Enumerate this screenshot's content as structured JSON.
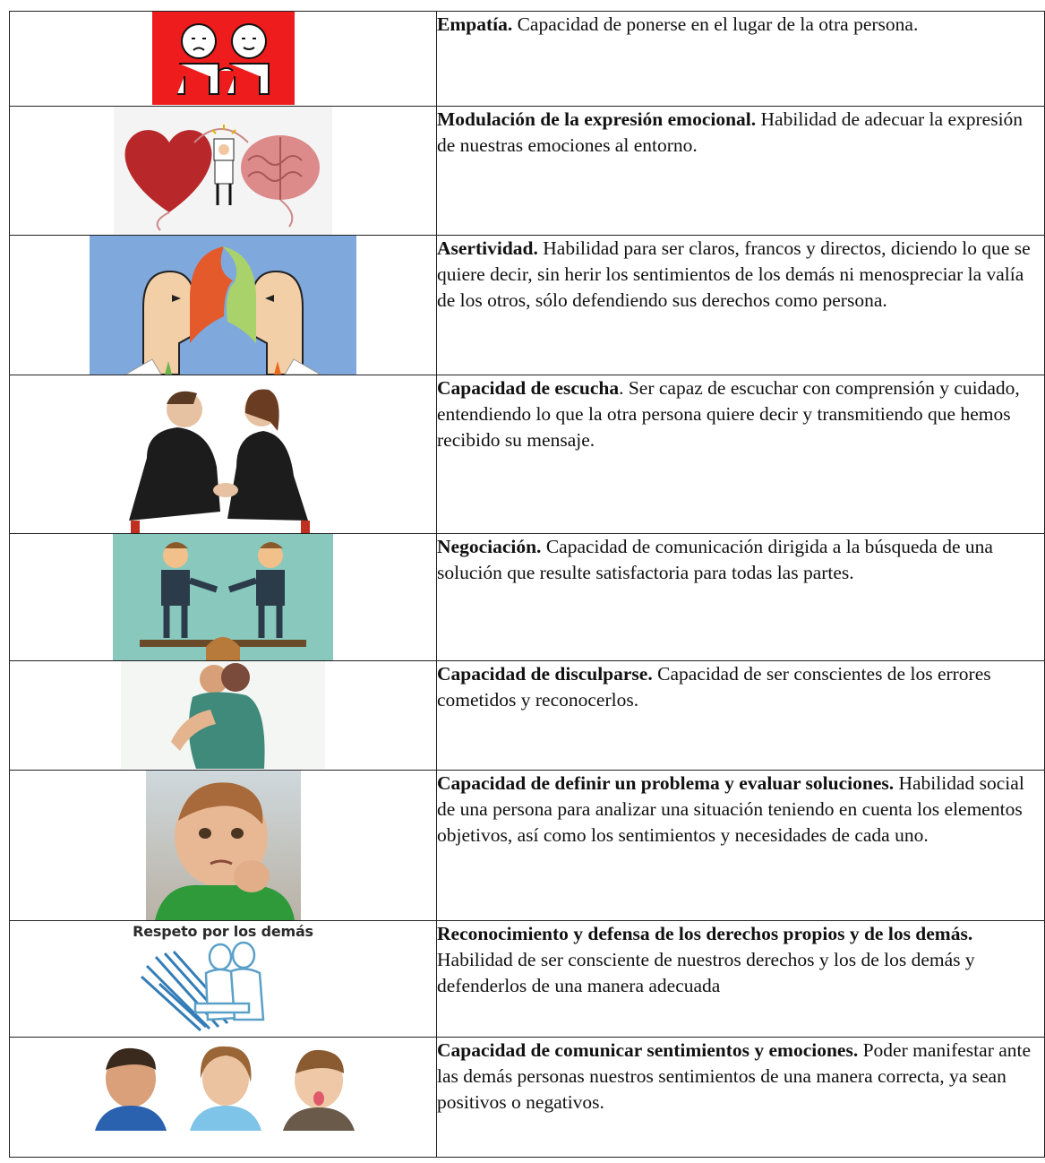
{
  "rows": [
    {
      "term": "Empatía.",
      "desc": " Capacidad de ponerse en el lugar de la otra persona.",
      "image": "empathy-illustration"
    },
    {
      "term": "Modulación de la expresión emocional.",
      "desc": " Habilidad de adecuar la expresión de nuestras emociones al entorno.",
      "image": "heart-brain-illustration"
    },
    {
      "term": "Asertividad.",
      "desc": " Habilidad para ser claros, francos y directos, diciendo lo que se quiere decir, sin herir los sentimientos de los demás ni menospreciar la valía de los otros, sólo defendiendo sus derechos como persona.",
      "image": "assertive-speech-illustration"
    },
    {
      "term": "Capacidad de escucha",
      "desc": ". Ser capaz de escuchar con comprensión y cuidado, entendiendo lo que la otra persona quiere decir y transmitiendo que hemos recibido su mensaje.",
      "image": "listening-couple-photo"
    },
    {
      "term": "Negociación.",
      "desc": " Capacidad de comunicación dirigida a la búsqueda de una solución que resulte satisfactoria para todas las partes.",
      "image": "negotiation-illustration"
    },
    {
      "term": "Capacidad de disculparse.",
      "desc": " Capacidad de ser conscientes de los errores cometidos y reconocerlos.",
      "image": "hug-illustration"
    },
    {
      "term": "Capacidad de definir un problema y evaluar soluciones.",
      "desc": " Habilidad social de una persona para analizar una situación teniendo en cuenta los elementos objetivos, así como los sentimientos y necesidades de cada uno.",
      "image": "baby-fist-photo"
    },
    {
      "term": "Reconocimiento y defensa de los derechos propios y de los demás.",
      "desc": " Habilidad de ser consciente de nuestros derechos y los de los demás y defenderlos de una manera adecuada",
      "image": "respect-illustration",
      "image_caption": "Respeto por los demás"
    },
    {
      "term": "Capacidad de comunicar sentimientos y emociones.",
      "desc": " Poder manifestar ante las demás personas nuestros sentimientos de una manera correcta, ya sean positivos o negativos.",
      "image": "children-faces-photo"
    }
  ]
}
